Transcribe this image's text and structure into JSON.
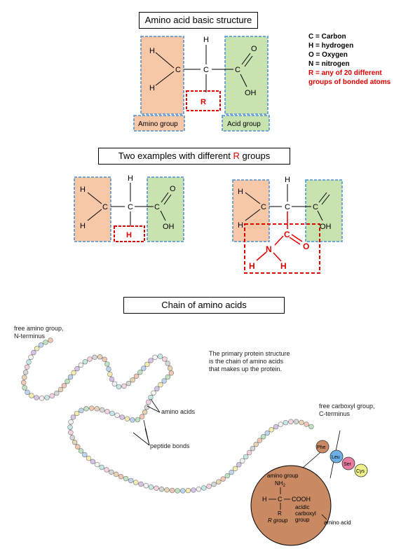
{
  "titles": {
    "basic": "Amino acid basic structure",
    "examples_before": "Two examples with different ",
    "examples_r": "R",
    "examples_after": " groups",
    "chain": "Chain of amino acids"
  },
  "legend": {
    "c": "C = Carbon",
    "h": "H = hydrogen",
    "o": "O = Oxygen",
    "n": "N = nitrogen",
    "r_line1": "R = any of 20 different",
    "r_line2": "groups of bonded atoms"
  },
  "structure": {
    "amino_group": "Amino group",
    "acid_group": "Acid group",
    "r_label": "R",
    "atom_h": "H",
    "atom_c": "C",
    "atom_o": "O",
    "atom_oh": "OH",
    "atom_n": "N"
  },
  "chain": {
    "free_amino_line1": "free amino group,",
    "free_amino_line2": "N-terminus",
    "primary_line1": "The primary protein structure",
    "primary_line2": "is the chain of amino acids",
    "primary_line3": "that makes up the protein.",
    "amino_acids": "amino acids",
    "peptide_bonds": "peptide bonds",
    "free_carboxyl_line1": "free carboxyl group,",
    "free_carboxyl_line2": "C-terminus",
    "residues": [
      "Phe",
      "Leu",
      "Ser",
      "Cys"
    ],
    "inset": {
      "amino_group": "amino group",
      "nh2": "NH",
      "nh2_sub": "2",
      "h": "H",
      "c": "C",
      "cooh": "COOH",
      "r": "R",
      "r_group": "R group",
      "acidic": "acidic",
      "carboxyl": "carboxyl",
      "group": "group",
      "amino_acid": "amino acid"
    }
  },
  "colors": {
    "amino_fill": "#f7c8a8",
    "acid_fill": "#c9e3b0",
    "dash_blue": "#4a8fd0",
    "red": "#e00000",
    "inset_fill": "#c98a63"
  }
}
